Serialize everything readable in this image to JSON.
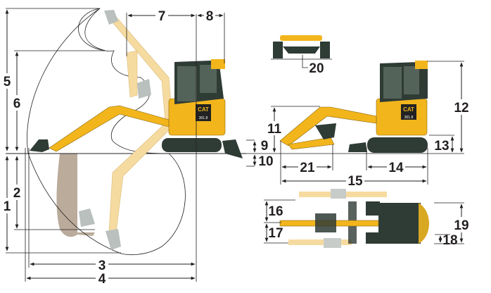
{
  "diagram": {
    "title": "CAT 301.8 mini excavator dimensions",
    "brand_badge": "CAT",
    "model_badge": "301.8",
    "dimension_labels": [
      "1",
      "2",
      "3",
      "4",
      "5",
      "6",
      "7",
      "8",
      "9",
      "10",
      "11",
      "12",
      "13",
      "14",
      "15",
      "16",
      "17",
      "18",
      "19",
      "20",
      "21"
    ],
    "colors": {
      "machine_yellow": "#f2b51c",
      "pale_yellow": "#f6dba0",
      "cab_dark": "#2f3b35",
      "soil": "#a38f7a",
      "line": "#231f20"
    }
  }
}
